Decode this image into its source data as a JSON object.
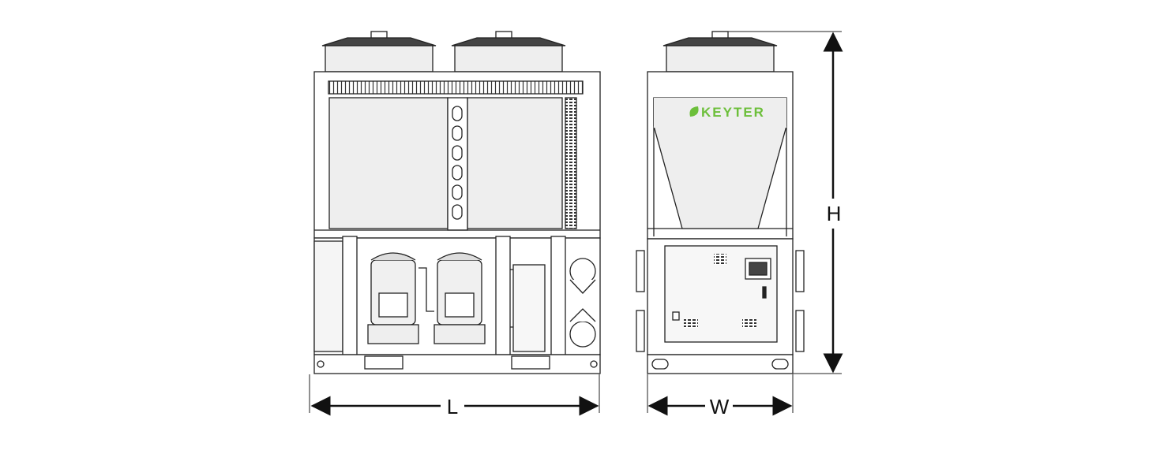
{
  "brand": {
    "name": "KEYTER",
    "color": "#6cbf3a"
  },
  "dimensions": {
    "length": "L",
    "width": "W",
    "height": "H"
  },
  "colors": {
    "line": "#222222",
    "panel": "#eeeeee",
    "panel_light": "#f5f5f5"
  }
}
